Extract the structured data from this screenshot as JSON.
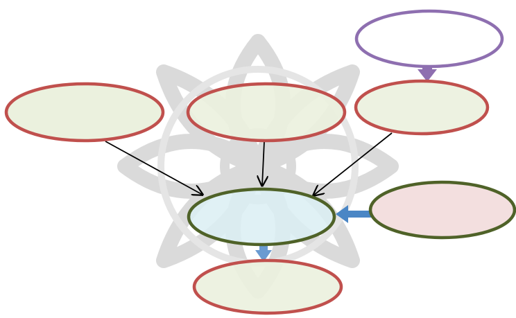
{
  "diagram": {
    "nodes": [
      {
        "id": "top-right",
        "label": "",
        "fill": "#ffffff",
        "stroke": "#8e6fb0"
      },
      {
        "id": "left",
        "label": "",
        "fill": "#ebf1de",
        "stroke": "#c0504d"
      },
      {
        "id": "middle",
        "label": "",
        "fill": "#ebf1de",
        "stroke": "#c0504d"
      },
      {
        "id": "right",
        "label": "",
        "fill": "#ebf1de",
        "stroke": "#c0504d"
      },
      {
        "id": "center",
        "label": "",
        "fill": "#daeef3",
        "stroke": "#4f6228"
      },
      {
        "id": "side",
        "label": "",
        "fill": "#f2dcdb",
        "stroke": "#4f6228"
      },
      {
        "id": "bottom",
        "label": "",
        "fill": "#ebf1de",
        "stroke": "#c0504d"
      }
    ],
    "edges": [
      {
        "from": "left",
        "to": "center",
        "style": "thin-black"
      },
      {
        "from": "middle",
        "to": "center",
        "style": "thin-black"
      },
      {
        "from": "right",
        "to": "center",
        "style": "thin-black"
      },
      {
        "from": "top-right",
        "to": "right",
        "style": "block-purple"
      },
      {
        "from": "side",
        "to": "center",
        "style": "block-blue"
      },
      {
        "from": "center",
        "to": "bottom",
        "style": "block-blue"
      }
    ],
    "colors": {
      "thin_arrow": "#000000",
      "block_arrow_blue": "#4a86c5",
      "block_arrow_purple": "#8e6fb0",
      "watermark": "#bdbdbd"
    }
  }
}
